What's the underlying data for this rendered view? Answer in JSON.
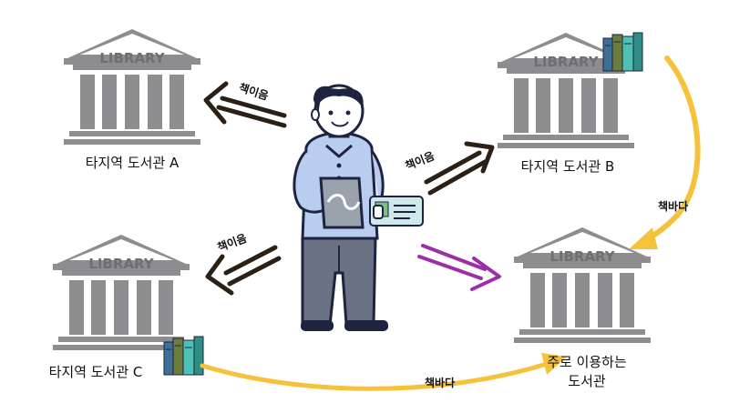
{
  "libraries": {
    "a": {
      "sign": "LIBRARY",
      "label": "타지역 도서관 A"
    },
    "b": {
      "sign": "LIBRARY",
      "label": "타지역 도서관 B"
    },
    "c": {
      "sign": "LIBRARY",
      "label": "타지역 도서관 C"
    },
    "home": {
      "sign": "LIBRARY",
      "label_line1": "주로 이용하는",
      "label_line2": "도서관"
    }
  },
  "arrows": {
    "to_a": "책이음",
    "to_b": "책이음",
    "to_c": "책이음",
    "b_to_home": "책바다",
    "c_to_home": "책바다"
  },
  "colors": {
    "library_gray": "#8d8d8f",
    "sign_text": "#6f6f72",
    "exchange_arrow": "#f7c23b",
    "home_arrow": "#9b2fa8",
    "shirt": "#b9cdf0",
    "pants": "#6a7283",
    "outline": "#1e2340"
  }
}
